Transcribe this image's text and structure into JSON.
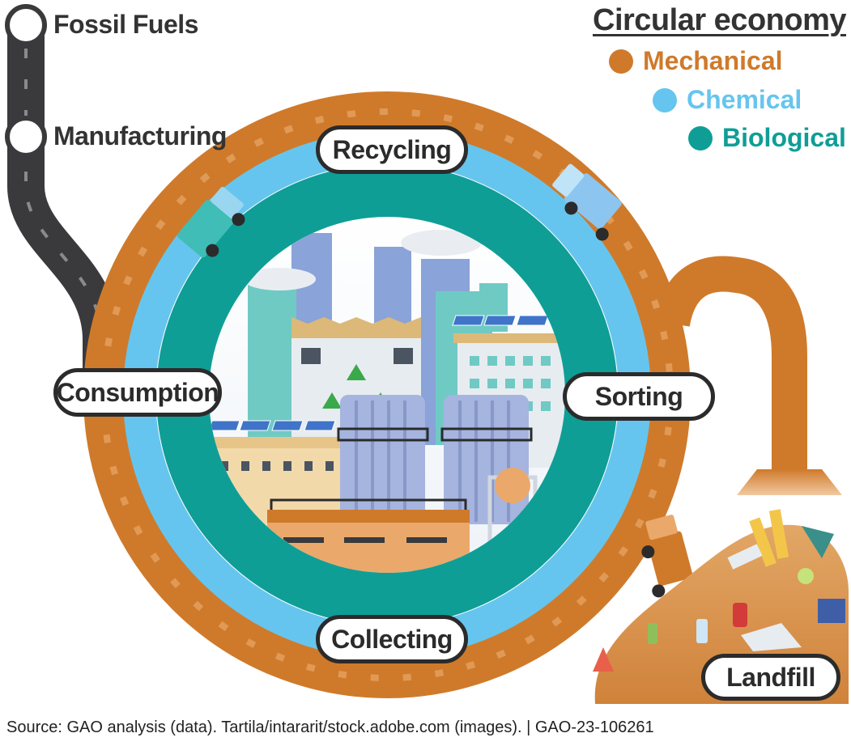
{
  "legend": {
    "title": "Circular economy",
    "items": [
      {
        "label": "Mechanical",
        "color": "#cf7a2b"
      },
      {
        "label": "Chemical",
        "color": "#66c5ee"
      },
      {
        "label": "Biological",
        "color": "#0f9e96"
      }
    ]
  },
  "linear_path": {
    "fossil_label": "Fossil Fuels",
    "manufacturing_label": "Manufacturing"
  },
  "stages": {
    "recycling": "Recycling",
    "sorting": "Sorting",
    "collecting": "Collecting",
    "consumption": "Consumption",
    "landfill": "Landfill"
  },
  "colors": {
    "road": "#3a3a3c",
    "mechanical": "#cf7a2b",
    "chemical": "#66c5ee",
    "biological": "#0f9e96"
  },
  "footer": {
    "source": "Source: GAO analysis (data). Tartila/intararit/stock.adobe.com (images).  |  GAO-23-106261"
  }
}
